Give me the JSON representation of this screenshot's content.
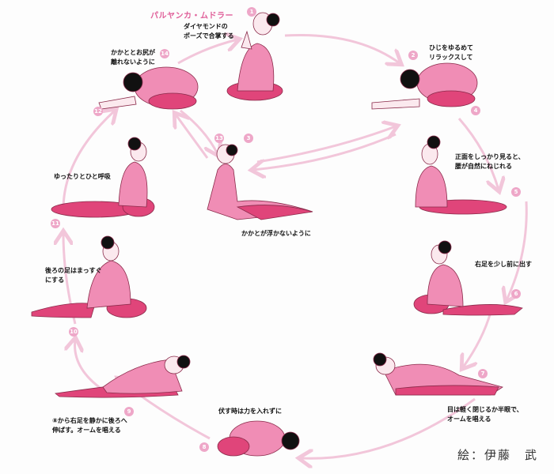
{
  "title": "パルヤンカ・ムドラー",
  "steps": [
    {
      "number": "1",
      "note": "ダイヤモンドの\nポーズで合掌する"
    },
    {
      "number": "2",
      "note": "ひじをゆるめて\nリラックスして"
    },
    {
      "number": "3",
      "note": "かかとが浮かないように"
    },
    {
      "number": "4",
      "note": ""
    },
    {
      "number": "5",
      "note": "正面をしっかり見ると、\n腰が自然にねじれる"
    },
    {
      "number": "6",
      "note": "右足を少し前に出す"
    },
    {
      "number": "7",
      "note": "目は軽く閉じるか半眼で、\nオームを唱える"
    },
    {
      "number": "8",
      "note": "伏す時は力を入れずに"
    },
    {
      "number": "9",
      "note": "⑧から右足を静かに後ろへ\n伸ばす。オームを唱える"
    },
    {
      "number": "10",
      "note": "後ろの足はまっすぐ\nにする"
    },
    {
      "number": "11",
      "note": "ゆったりとひと呼吸"
    },
    {
      "number": "12",
      "note": ""
    },
    {
      "number": "13",
      "note": ""
    },
    {
      "number": "14",
      "note": "かかととお尻が\n離れないように"
    }
  ],
  "credit": "絵：伊藤　武",
  "colors": {
    "arrow": "#f2c6da",
    "shirt": "#f08db5",
    "pants": "#e0457a",
    "hair": "#111111",
    "badge": "#eea7c8"
  }
}
